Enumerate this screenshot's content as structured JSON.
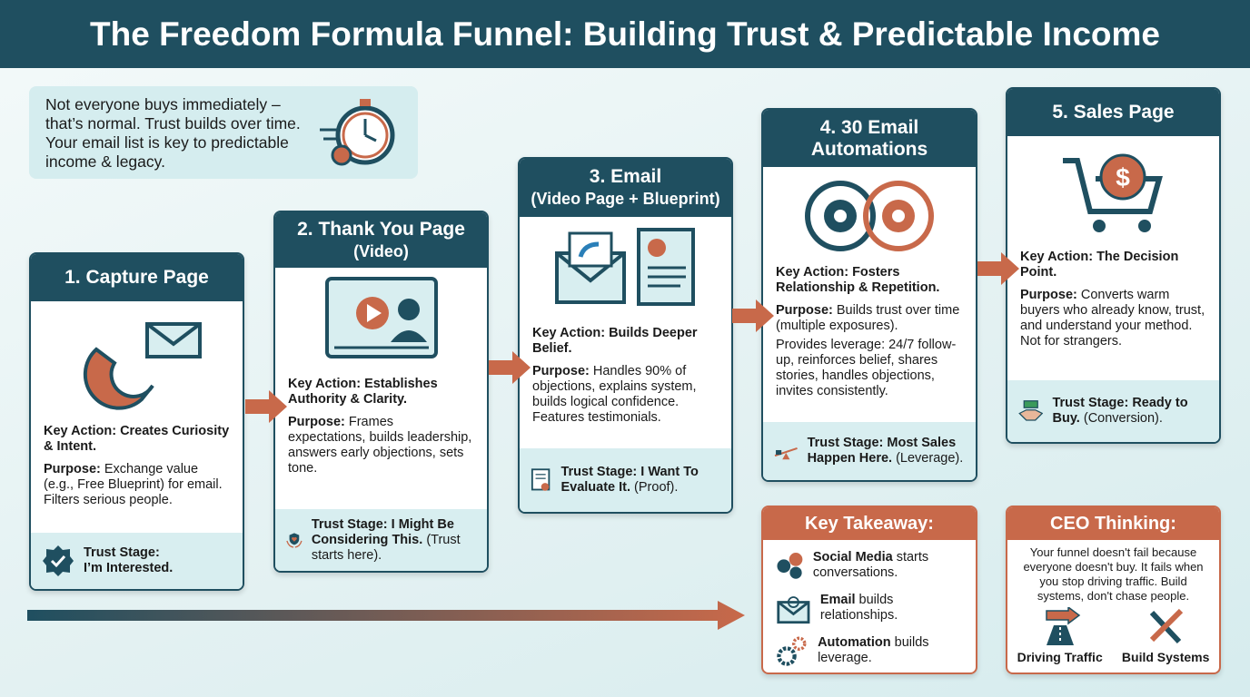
{
  "title": "The Freedom Formula Funnel: Building Trust & Predictable Income",
  "intro": "Not everyone buys immediately – that’s normal. Trust builds over time. Your email list is key to predictable income & legacy.",
  "steps": [
    {
      "title": "1. Capture Page",
      "subtitle": "",
      "key_label": "Key Action:",
      "key": "Creates Curiosity & Intent.",
      "purpose_label": "Purpose:",
      "purpose": "Exchange value (e.g., Free Blueprint) for email. Filters serious people.",
      "extra": "",
      "trust_label": "Trust Stage:",
      "trust": "I’m Interested.",
      "trust_note": ""
    },
    {
      "title": "2. Thank You Page",
      "subtitle": "(Video)",
      "key_label": "Key Action:",
      "key": "Establishes Authority & Clarity.",
      "purpose_label": "Purpose:",
      "purpose": "Frames expectations, builds leadership, answers early objections, sets tone.",
      "extra": "",
      "trust_label": "Trust Stage:",
      "trust": "I Might Be Considering This.",
      "trust_note": "(Trust starts here)."
    },
    {
      "title": "3. Email",
      "subtitle": "(Video Page + Blueprint)",
      "key_label": "Key Action:",
      "key": "Builds Deeper Belief.",
      "purpose_label": "Purpose:",
      "purpose": "Handles 90% of objections, explains system, builds logical confidence. Features testimonials.",
      "extra": "",
      "trust_label": "Trust Stage:",
      "trust": "I Want To Evaluate It.",
      "trust_note": "(Proof)."
    },
    {
      "title": "4. 30 Email Automations",
      "subtitle": "",
      "key_label": "Key Action:",
      "key": "Fosters Relationship & Repetition.",
      "purpose_label": "Purpose:",
      "purpose": "Builds trust over time (multiple exposures).",
      "extra": "Provides leverage: 24/7 follow-up, reinforces belief, shares stories, handles objections, invites consistently.",
      "trust_label": "Trust Stage:",
      "trust": "Most Sales Happen Here.",
      "trust_note": "(Leverage)."
    },
    {
      "title": "5. Sales Page",
      "subtitle": "",
      "key_label": "Key Action:",
      "key": "The Decision Point.",
      "purpose_label": "Purpose:",
      "purpose": "Converts warm buyers who already know, trust, and understand your method. Not for strangers.",
      "extra": "",
      "trust_label": "Trust Stage:",
      "trust": "Ready to Buy.",
      "trust_note": "(Conversion)."
    }
  ],
  "takeaway": {
    "title": "Key Takeaway:",
    "items": [
      {
        "bold": "Social Media",
        "text": "starts conversations."
      },
      {
        "bold": "Email",
        "text": "builds relationships."
      },
      {
        "bold": "Automation",
        "text": "builds leverage."
      }
    ]
  },
  "ceo": {
    "title": "CEO Thinking:",
    "text": "Your funnel doesn't fail because everyone doesn't buy. It fails when you stop driving traffic. Build systems, don't chase people.",
    "labels": [
      "Driving Traffic",
      "Build Systems"
    ]
  },
  "colors": {
    "teal": "#1f4f60",
    "orange": "#c8694a",
    "light": "#d8eef0"
  }
}
